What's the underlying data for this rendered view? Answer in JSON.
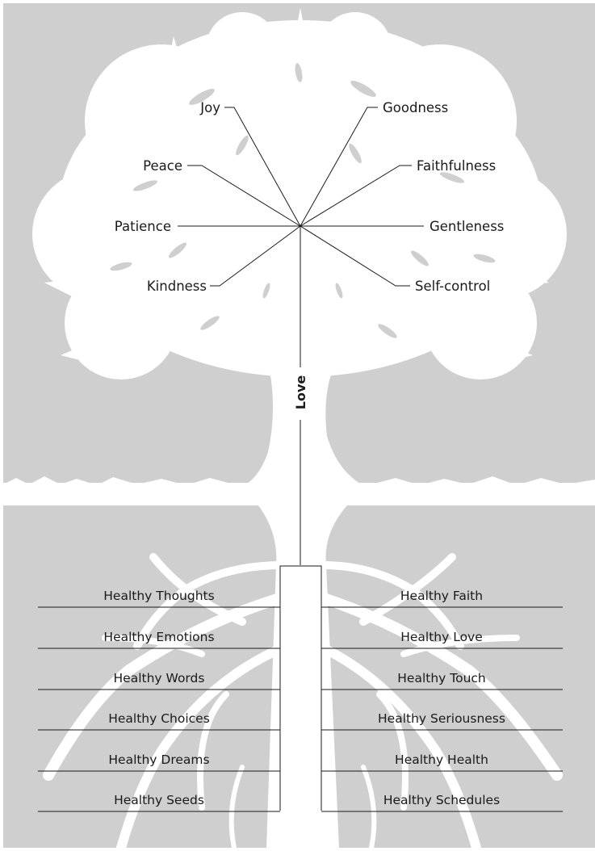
{
  "fruits": {
    "joy": "Joy",
    "peace": "Peace",
    "patience": "Patience",
    "kindness": "Kindness",
    "goodness": "Goodness",
    "faithfulness": "Faithfulness",
    "gentleness": "Gentleness",
    "self_control": "Self-control"
  },
  "trunk_label": "Love",
  "roots_left": [
    "Healthy Thoughts",
    "Healthy Emotions",
    "Healthy Words",
    "Healthy Choices",
    "Healthy Dreams",
    "Healthy Seeds"
  ],
  "roots_right": [
    "Healthy Faith",
    "Healthy Love",
    "Healthy Touch",
    "Healthy Seriousness",
    "Healthy Health",
    "Healthy Schedules"
  ],
  "colors": {
    "background": "#cfcfcf",
    "tree": "#ffffff",
    "lines": "#1a1a1a"
  }
}
